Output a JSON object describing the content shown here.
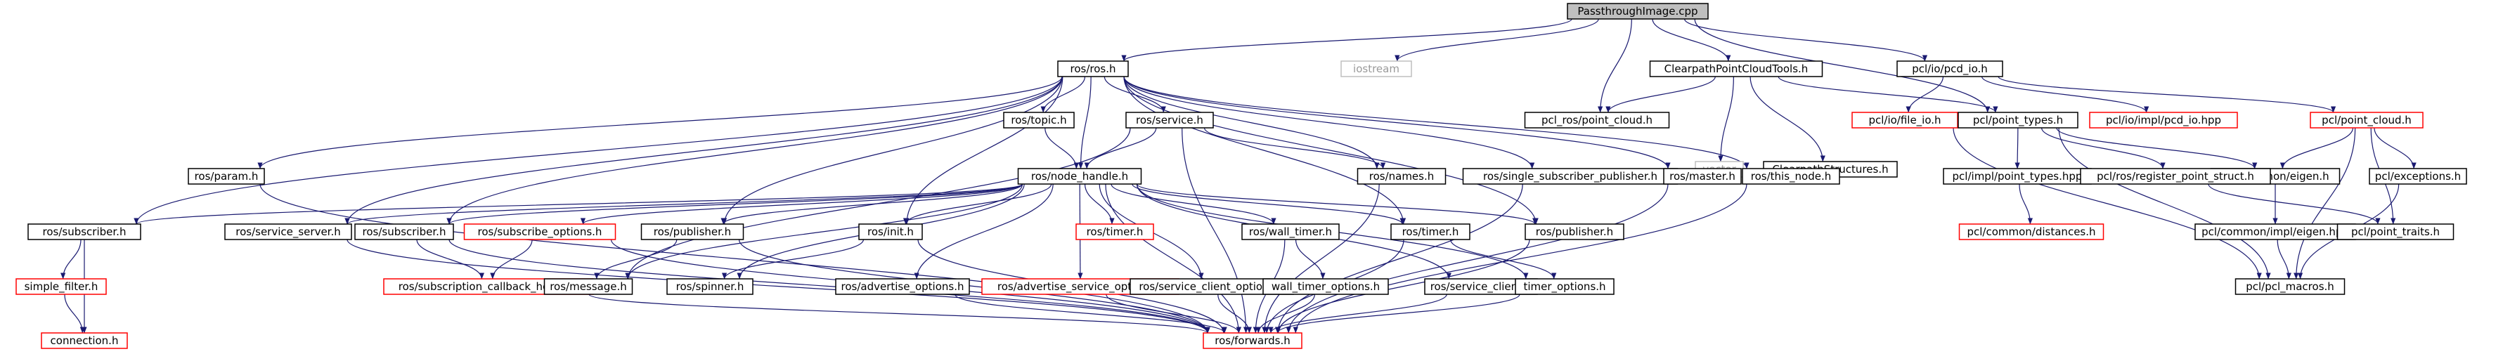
{
  "colors": {
    "root_fill": "#bfbfbf",
    "root_stroke": "#000000",
    "normal_stroke": "#000000",
    "missing_stroke": "#ff0000",
    "system_stroke": "#bfbfbf",
    "system_text": "#9a9a9a",
    "edge": "#191970"
  },
  "nodes": [
    {
      "id": "root",
      "label": "PassthroughImage.cpp",
      "kind": "root"
    },
    {
      "id": "ros_ros",
      "label": "ros/ros.h",
      "kind": "normal"
    },
    {
      "id": "iostream",
      "label": "iostream",
      "kind": "system"
    },
    {
      "id": "ctools",
      "label": "ClearpathPointCloudTools.h",
      "kind": "normal"
    },
    {
      "id": "pcd_io",
      "label": "pcl/io/pcd_io.h",
      "kind": "normal"
    },
    {
      "id": "ros_topic",
      "label": "ros/topic.h",
      "kind": "normal"
    },
    {
      "id": "ros_service",
      "label": "ros/service.h",
      "kind": "normal"
    },
    {
      "id": "pcl_ros_pc",
      "label": "pcl_ros/point_cloud.h",
      "kind": "normal"
    },
    {
      "id": "vector",
      "label": "vector",
      "kind": "system"
    },
    {
      "id": "cstructs",
      "label": "ClearpathStructures.h",
      "kind": "normal"
    },
    {
      "id": "file_io",
      "label": "pcl/io/file_io.h",
      "kind": "missing"
    },
    {
      "id": "point_types",
      "label": "pcl/point_types.h",
      "kind": "normal"
    },
    {
      "id": "pcd_io_hpp",
      "label": "pcl/io/impl/pcd_io.hpp",
      "kind": "missing"
    },
    {
      "id": "point_cloud",
      "label": "pcl/point_cloud.h",
      "kind": "missing"
    },
    {
      "id": "ros_param",
      "label": "ros/param.h",
      "kind": "normal"
    },
    {
      "id": "node_handle",
      "label": "ros/node_handle.h",
      "kind": "normal"
    },
    {
      "id": "ros_names",
      "label": "ros/names.h",
      "kind": "normal"
    },
    {
      "id": "single_sub_pub",
      "label": "ros/single_subscriber_publisher.h",
      "kind": "normal"
    },
    {
      "id": "ros_master",
      "label": "ros/master.h",
      "kind": "normal"
    },
    {
      "id": "this_node",
      "label": "ros/this_node.h",
      "kind": "normal"
    },
    {
      "id": "common_eigen",
      "label": "pcl/common/eigen.h",
      "kind": "normal"
    },
    {
      "id": "exceptions",
      "label": "pcl/exceptions.h",
      "kind": "normal"
    },
    {
      "id": "impl_pt_hpp",
      "label": "pcl/impl/point_types.hpp",
      "kind": "normal"
    },
    {
      "id": "reg_pt_struct",
      "label": "pcl/ros/register_point_struct.h",
      "kind": "normal"
    },
    {
      "id": "ros_subscriber",
      "label": "ros/subscriber.h",
      "kind": "normal"
    },
    {
      "id": "service_server",
      "label": "ros/service_server.h",
      "kind": "normal"
    },
    {
      "id": "subscriber_h",
      "label": "ros/subscriber.h",
      "kind": "normal"
    },
    {
      "id": "sub_options",
      "label": "ros/subscribe_options.h",
      "kind": "missing"
    },
    {
      "id": "publisher_1",
      "label": "ros/publisher.h",
      "kind": "normal"
    },
    {
      "id": "ros_init",
      "label": "ros/init.h",
      "kind": "normal"
    },
    {
      "id": "timer_red",
      "label": "ros/timer.h",
      "kind": "missing"
    },
    {
      "id": "wall_timer",
      "label": "ros/wall_timer.h",
      "kind": "normal"
    },
    {
      "id": "timer_2",
      "label": "ros/timer.h",
      "kind": "normal"
    },
    {
      "id": "publisher_2",
      "label": "ros/publisher.h",
      "kind": "normal"
    },
    {
      "id": "common_dist",
      "label": "pcl/common/distances.h",
      "kind": "missing"
    },
    {
      "id": "eigen_hpp",
      "label": "pcl/common/impl/eigen.hpp",
      "kind": "normal"
    },
    {
      "id": "point_traits",
      "label": "pcl/point_traits.h",
      "kind": "normal"
    },
    {
      "id": "simple_filter",
      "label": "simple_filter.h",
      "kind": "missing"
    },
    {
      "id": "sub_cb_helper",
      "label": "ros/subscription_callback_helper.h",
      "kind": "missing"
    },
    {
      "id": "ros_message",
      "label": "ros/message.h",
      "kind": "normal"
    },
    {
      "id": "ros_spinner",
      "label": "ros/spinner.h",
      "kind": "normal"
    },
    {
      "id": "adv_options",
      "label": "ros/advertise_options.h",
      "kind": "normal"
    },
    {
      "id": "adv_srv_options",
      "label": "ros/advertise_service_options.h",
      "kind": "missing"
    },
    {
      "id": "srv_cl_options",
      "label": "ros/service_client_options.h",
      "kind": "normal"
    },
    {
      "id": "wt_options",
      "label": "wall_timer_options.h",
      "kind": "normal"
    },
    {
      "id": "srv_client",
      "label": "ros/service_client.h",
      "kind": "normal"
    },
    {
      "id": "timer_options",
      "label": "timer_options.h",
      "kind": "normal"
    },
    {
      "id": "pcl_macros",
      "label": "pcl/pcl_macros.h",
      "kind": "normal"
    },
    {
      "id": "connection",
      "label": "connection.h",
      "kind": "missing"
    },
    {
      "id": "forwards",
      "label": "ros/forwards.h",
      "kind": "missing"
    }
  ],
  "edges": [
    [
      "root",
      "ros_ros"
    ],
    [
      "root",
      "iostream"
    ],
    [
      "root",
      "ctools"
    ],
    [
      "root",
      "pcd_io"
    ],
    [
      "root",
      "pcl_ros_pc"
    ],
    [
      "root",
      "point_types"
    ],
    [
      "ctools",
      "pcl_ros_pc"
    ],
    [
      "ctools",
      "vector"
    ],
    [
      "ctools",
      "cstructs"
    ],
    [
      "ctools",
      "point_types"
    ],
    [
      "pcd_io",
      "file_io"
    ],
    [
      "pcd_io",
      "pcd_io_hpp"
    ],
    [
      "pcd_io",
      "point_cloud"
    ],
    [
      "ros_ros",
      "ros_topic"
    ],
    [
      "ros_ros",
      "ros_service"
    ],
    [
      "ros_ros",
      "ros_param"
    ],
    [
      "ros_ros",
      "node_handle"
    ],
    [
      "ros_ros",
      "ros_names"
    ],
    [
      "ros_ros",
      "single_sub_pub"
    ],
    [
      "ros_ros",
      "ros_master"
    ],
    [
      "ros_ros",
      "this_node"
    ],
    [
      "ros_ros",
      "ros_subscriber"
    ],
    [
      "ros_ros",
      "service_server"
    ],
    [
      "ros_ros",
      "subscriber_h"
    ],
    [
      "ros_ros",
      "publisher_1"
    ],
    [
      "ros_ros",
      "ros_init"
    ],
    [
      "ros_ros",
      "timer_2"
    ],
    [
      "ros_ros",
      "publisher_2"
    ],
    [
      "ros_topic",
      "node_handle"
    ],
    [
      "ros_service",
      "node_handle"
    ],
    [
      "ros_service",
      "ros_names"
    ],
    [
      "ros_service",
      "ros_message"
    ],
    [
      "ros_service",
      "forwards"
    ],
    [
      "node_handle",
      "ros_subscriber"
    ],
    [
      "node_handle",
      "service_server"
    ],
    [
      "node_handle",
      "subscriber_h"
    ],
    [
      "node_handle",
      "sub_options"
    ],
    [
      "node_handle",
      "publisher_1"
    ],
    [
      "node_handle",
      "ros_init"
    ],
    [
      "node_handle",
      "timer_red"
    ],
    [
      "node_handle",
      "wall_timer"
    ],
    [
      "node_handle",
      "timer_2"
    ],
    [
      "node_handle",
      "publisher_2"
    ],
    [
      "node_handle",
      "ros_spinner"
    ],
    [
      "node_handle",
      "adv_options"
    ],
    [
      "node_handle",
      "adv_srv_options"
    ],
    [
      "node_handle",
      "srv_cl_options"
    ],
    [
      "node_handle",
      "srv_client"
    ],
    [
      "node_handle",
      "timer_options"
    ],
    [
      "node_handle",
      "ros_message"
    ],
    [
      "node_handle",
      "forwards"
    ],
    [
      "ros_subscriber",
      "simple_filter"
    ],
    [
      "ros_subscriber",
      "connection"
    ],
    [
      "simple_filter",
      "connection"
    ],
    [
      "subscriber_h",
      "sub_cb_helper"
    ],
    [
      "subscriber_h",
      "forwards"
    ],
    [
      "sub_options",
      "sub_cb_helper"
    ],
    [
      "sub_options",
      "forwards"
    ],
    [
      "service_server",
      "forwards"
    ],
    [
      "publisher_1",
      "ros_message"
    ],
    [
      "publisher_1",
      "forwards"
    ],
    [
      "ros_init",
      "ros_spinner"
    ],
    [
      "ros_init",
      "forwards"
    ],
    [
      "wall_timer",
      "wt_options"
    ],
    [
      "wall_timer",
      "forwards"
    ],
    [
      "timer_2",
      "timer_options"
    ],
    [
      "timer_2",
      "forwards"
    ],
    [
      "ros_names",
      "forwards"
    ],
    [
      "single_sub_pub",
      "forwards"
    ],
    [
      "ros_master",
      "forwards"
    ],
    [
      "this_node",
      "forwards"
    ],
    [
      "publisher_2",
      "forwards"
    ],
    [
      "ros_param",
      "forwards"
    ],
    [
      "sub_cb_helper",
      "forwards"
    ],
    [
      "adv_options",
      "forwards"
    ],
    [
      "adv_srv_options",
      "forwards"
    ],
    [
      "srv_cl_options",
      "forwards"
    ],
    [
      "wt_options",
      "forwards"
    ],
    [
      "srv_client",
      "forwards"
    ],
    [
      "timer_options",
      "forwards"
    ],
    [
      "file_io",
      "pcl_macros"
    ],
    [
      "point_types",
      "impl_pt_hpp"
    ],
    [
      "point_types",
      "reg_pt_struct"
    ],
    [
      "point_types",
      "common_eigen"
    ],
    [
      "point_types",
      "pcl_macros"
    ],
    [
      "impl_pt_hpp",
      "common_dist"
    ],
    [
      "reg_pt_struct",
      "point_traits"
    ],
    [
      "point_cloud",
      "common_eigen"
    ],
    [
      "point_cloud",
      "exceptions"
    ],
    [
      "point_cloud",
      "point_traits"
    ],
    [
      "point_cloud",
      "pcl_macros"
    ],
    [
      "common_eigen",
      "eigen_hpp"
    ],
    [
      "eigen_hpp",
      "pcl_macros"
    ],
    [
      "exceptions",
      "pcl_macros"
    ]
  ]
}
